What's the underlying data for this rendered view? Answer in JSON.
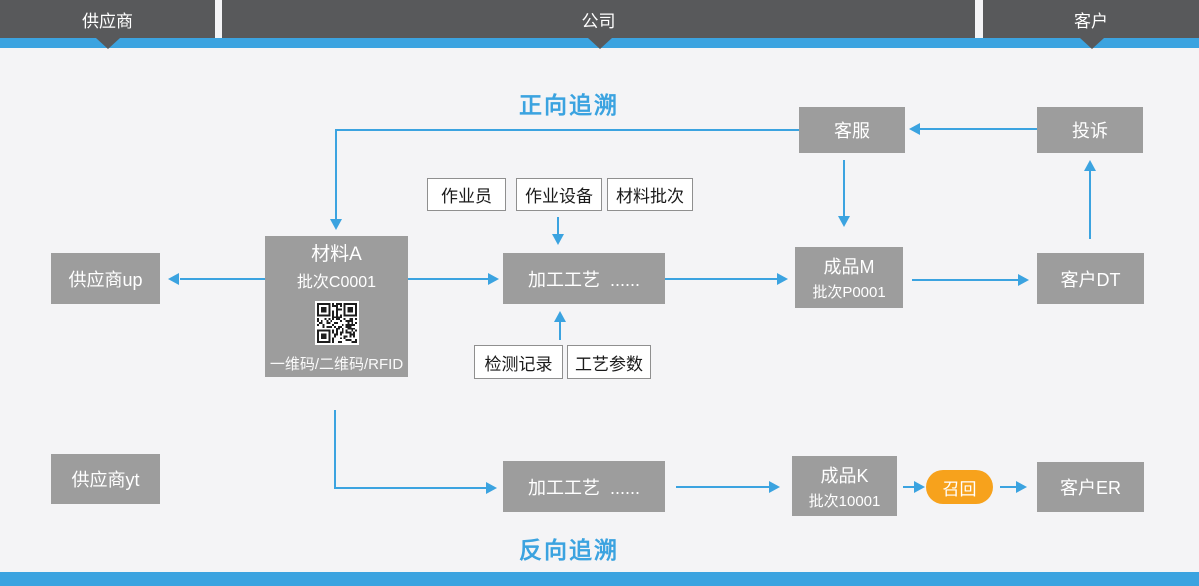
{
  "colors": {
    "accent_blue": "#3BA3E0",
    "header_dark": "#58595B",
    "box_gray": "#9D9D9D",
    "recall_orange": "#F7A21C",
    "background": "#F4F4F6"
  },
  "header": {
    "segments": [
      {
        "label": "供应商"
      },
      {
        "label": "公司"
      },
      {
        "label": "客户"
      }
    ]
  },
  "titles": {
    "forward": "正向追溯",
    "backward": "反向追溯"
  },
  "nodes": {
    "kefu": {
      "label": "客服"
    },
    "tousu": {
      "label": "投诉"
    },
    "supplier_up": {
      "label": "供应商up"
    },
    "supplier_yt": {
      "label": "供应商yt"
    },
    "material_a": {
      "title": "材料A",
      "batch": "批次C0001",
      "caption": "一维码/二维码/RFID"
    },
    "process_top": {
      "label": "加工工艺  ......"
    },
    "process_bottom": {
      "label": "加工工艺  ......"
    },
    "product_m": {
      "title": "成品M",
      "batch": "批次P0001"
    },
    "product_k": {
      "title": "成品K",
      "batch": "批次10001"
    },
    "customer_dt": {
      "label": "客户DT"
    },
    "customer_er": {
      "label": "客户ER"
    },
    "recall": {
      "label": "召回"
    }
  },
  "tags": {
    "operator": "作业员",
    "equipment": "作业设备",
    "material_batch": "材料批次",
    "inspection": "检测记录",
    "params": "工艺参数"
  }
}
